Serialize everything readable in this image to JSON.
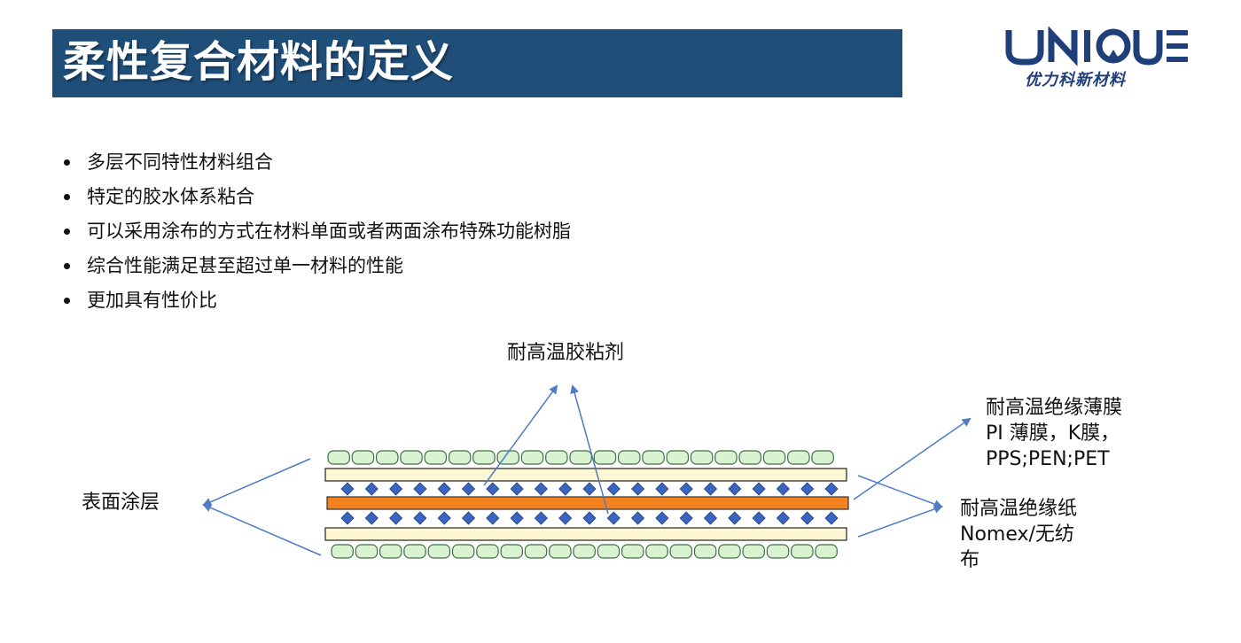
{
  "header": {
    "title": "柔性复合材料的定义"
  },
  "logo": {
    "brand": "UNIQUE",
    "company": "优力科新材料",
    "color": "#1f3f7a"
  },
  "bullets": [
    "多层不同特性材料组合",
    "特定的胶水体系粘合",
    "可以采用涂布的方式在材料单面或者两面涂布特殊功能树脂",
    "综合性能满足甚至超过单一材料的性能",
    "更加具有性价比"
  ],
  "diagram": {
    "labels": {
      "adhesive": "耐高温胶粘剂",
      "surface_coating": "表面涂层",
      "film_line1": "耐高温绝缘薄膜",
      "film_line2": "PI 薄膜，K膜，",
      "film_line3": "PPS;PEN;PET",
      "paper_line1": "耐高温绝缘纸",
      "paper_line2": "Nomex/无纺",
      "paper_line3": "布"
    },
    "colors": {
      "title_bar": "#1f4e79",
      "coating": "#d9f2d0",
      "film_layer": "#fdf7d3",
      "paper_layer": "#f58220",
      "adhesive": "#3a64c0",
      "arrow": "#4f7cc4"
    }
  }
}
